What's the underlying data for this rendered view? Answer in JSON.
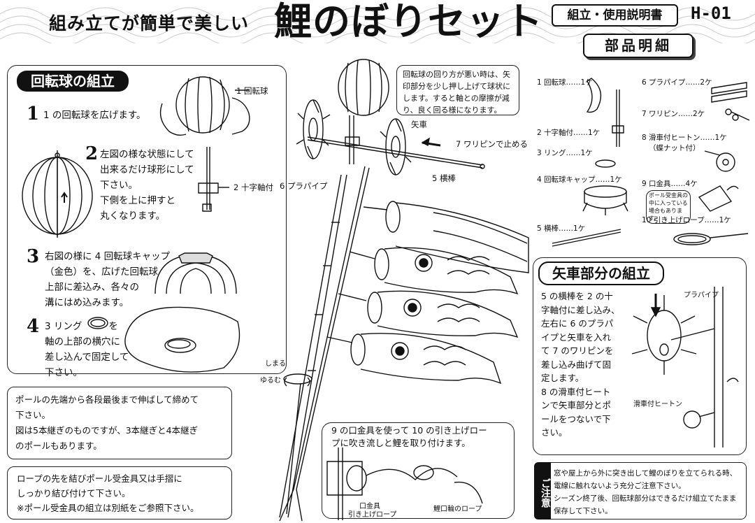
{
  "header": {
    "subtitle": "組み立てが簡単で美しい",
    "title": "鯉のぼりセット",
    "manual_label": "組立・使用説明書",
    "product_code": "H-01",
    "parts_list_title": "部品明細"
  },
  "ball_section": {
    "title": "回転球の組立",
    "label_ball": "1 回転球",
    "label_cross_shaft": "2 十字軸付",
    "steps": [
      {
        "num": "1",
        "lines": [
          "1 の回転球を広げます。"
        ]
      },
      {
        "num": "2",
        "lines": [
          "左図の様な状態にして",
          "出来るだけ球形にして",
          "下さい。",
          "下側を上に押すと",
          "丸くなります。"
        ]
      },
      {
        "num": "3",
        "lines": [
          "右図の様に 4 回転球キャップ",
          "（金色）を、広げた回転球",
          "上部に差込み、各々の",
          "溝にはめ込みます。"
        ]
      },
      {
        "num": "4",
        "lines": [
          "3 リング",
          "を",
          "軸の上部の横穴に",
          "差し込んで固定して",
          "下さい。"
        ]
      }
    ]
  },
  "top_note": "回転球の回り方が悪い時は、矢印部分を少し押し上げて球状にします。すると軸との摩擦が減り、良く回る様になります。",
  "diagram_labels": {
    "arrow_wheel": "矢車",
    "wire_pin_note": "7 ワリピンで止める",
    "propeller_pipe": "6 プラパイプ",
    "cross_bar": "5 横棒",
    "tighten": "しまる",
    "loosen": "ゆるむ"
  },
  "parts": [
    {
      "id": "p1",
      "text": "1 回転球……1ケ"
    },
    {
      "id": "p2",
      "text": "2 十字軸付……1ケ"
    },
    {
      "id": "p3",
      "text": "3 リング……1ケ"
    },
    {
      "id": "p4",
      "text": "4 回転球キャップ……1ケ"
    },
    {
      "id": "p5",
      "text": "5 横棒……1ケ"
    },
    {
      "id": "p6",
      "text": "6 プラパイプ……2ケ"
    },
    {
      "id": "p7",
      "text": "7 ワリピン……2ケ"
    },
    {
      "id": "p8",
      "text": "8 滑車付ヒートン……1ケ"
    },
    {
      "id": "p8b",
      "text": "（蝶ナット付）"
    },
    {
      "id": "p9",
      "text": "9 口金具……4ケ"
    },
    {
      "id": "p9n",
      "text": "ポール受金具の中に入っている場合もあります。"
    },
    {
      "id": "p10",
      "text": "10 引き上げロープ……1ケ"
    }
  ],
  "wheel_section": {
    "title": "矢車部分の組立",
    "lines": [
      "5 の横棒を 2 の十",
      "字軸付に差し込み、",
      "左右に 6 のプラパ",
      "イプと矢車を入れ",
      "て 7 のワリピンを",
      "差し込み曲げて固",
      "定します。",
      "8 の滑車付ヒート",
      "ンで矢車部分とポ",
      "ールをつないで下",
      "さい。"
    ],
    "label_pipe": "プラパイプ",
    "label_pulley": "滑車付ヒートン"
  },
  "pole_note": [
    "ポールの先端から各段最後まで伸ばして締めて",
    "下さい。",
    "図は5本継ぎのものですが、3本継ぎと4本継ぎ",
    "のポールもあります。"
  ],
  "rope_note": [
    "ロープの先を結びポール受金具又は手摺に",
    "しっかり結び付けて下さい。",
    "※ポール受金具の組立は別紙をご参照下さい。"
  ],
  "clasp_note": {
    "lines": [
      "9 の口金具を使って 10 の引き上げロー",
      "プに吹き流しと鯉を取り付けます。"
    ],
    "label_clasp": "口金具",
    "label_rope": "引き上げロープ",
    "label_carp_rope": "鯉口輪のロープ"
  },
  "caution": {
    "tab": "ご注意",
    "lines": [
      "窓や屋上から外に突き出して鯉のぼりを立てられる時、",
      "電線に触れないよう充分ご注意下さい。",
      "シーズン終了後、回転球部分はできるだけ組立てたまま",
      "保存して下さい。"
    ]
  }
}
